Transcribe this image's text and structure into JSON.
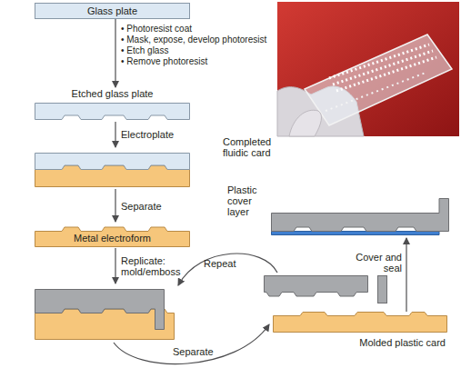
{
  "diagram": {
    "nodes": [
      {
        "text": [
          "Glass plate"
        ]
      },
      {
        "text": [
          "Etched glass plate"
        ]
      },
      {
        "text": [
          "Metal electroform"
        ]
      },
      {
        "text": [
          "Molded plastic card"
        ]
      },
      {
        "text": [
          "Plastic cover layer"
        ]
      }
    ],
    "edges": [
      {
        "from": 0,
        "to": 1,
        "arrow": "to"
      },
      {
        "from": 3,
        "to": 4,
        "label": "Cover and seal",
        "arrow": "to"
      }
    ],
    "labels": [
      "• Photoresist coat",
      "• Mask, expose, develop photoresist",
      "• Etch glass",
      "• Remove photoresist",
      "Electroplate",
      "Separate",
      "Replicate: mold/emboss",
      "Repeat",
      "Separate",
      "Completed fluidic card"
    ]
  }
}
